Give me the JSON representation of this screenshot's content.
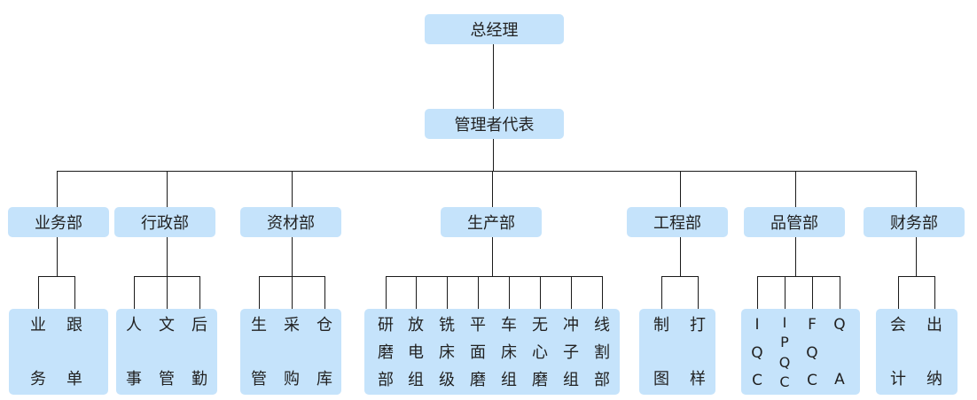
{
  "ceo": "总经理",
  "rep": "管理者代表",
  "departments": [
    {
      "label": "业务部",
      "subs": [
        [
          "业",
          "务"
        ],
        [
          "跟",
          "单"
        ]
      ]
    },
    {
      "label": "行政部",
      "subs": [
        [
          "人",
          "事"
        ],
        [
          "文",
          "管"
        ],
        [
          "后",
          "勤"
        ]
      ]
    },
    {
      "label": "资材部",
      "subs": [
        [
          "生",
          "管"
        ],
        [
          "采",
          "购"
        ],
        [
          "仓",
          "库"
        ]
      ]
    },
    {
      "label": "生产部",
      "subs": [
        [
          "研",
          "磨",
          "部"
        ],
        [
          "放",
          "电",
          "组"
        ],
        [
          "铣",
          "床",
          "级"
        ],
        [
          "平",
          "面",
          "磨"
        ],
        [
          "车",
          "床",
          "组"
        ],
        [
          "无",
          "心",
          "磨"
        ],
        [
          "冲",
          "子",
          "组"
        ],
        [
          "线",
          "割",
          "部"
        ]
      ]
    },
    {
      "label": "工程部",
      "subs": [
        [
          "制",
          "图"
        ],
        [
          "打",
          "样"
        ]
      ]
    },
    {
      "label": "品管部",
      "subs": [
        [
          "I",
          "Q",
          "C"
        ],
        [
          "I",
          "P",
          "Q",
          "C"
        ],
        [
          "F",
          "Q",
          "C"
        ],
        [
          "Q",
          "A"
        ]
      ]
    },
    {
      "label": "财务部",
      "subs": [
        [
          "会",
          "计"
        ],
        [
          "出",
          "纳"
        ]
      ]
    }
  ]
}
